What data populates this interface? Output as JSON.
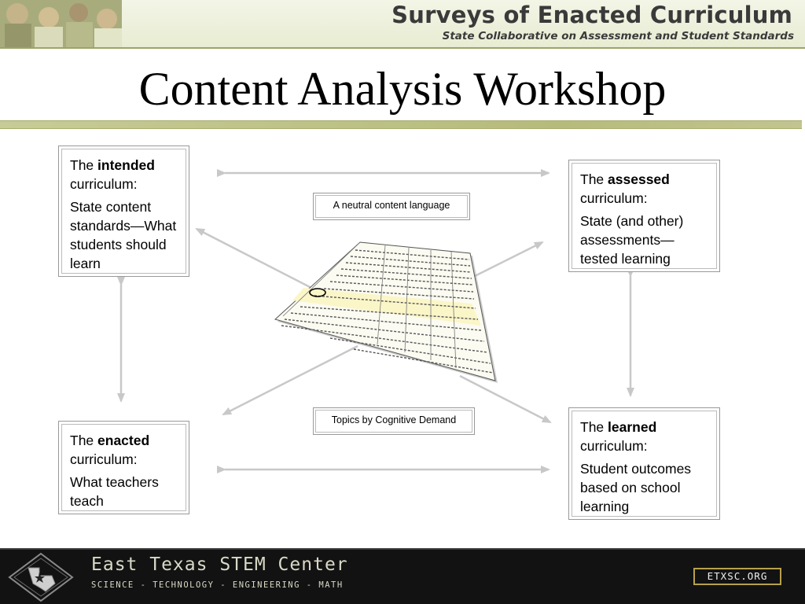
{
  "banner": {
    "title": "Surveys of Enacted Curriculum",
    "subtitle": "State Collaborative on Assessment and Student Standards"
  },
  "slide": {
    "title": "Content Analysis Workshop"
  },
  "boxes": {
    "intended": {
      "prefix": "The ",
      "keyword": "intended",
      "suffix": "curriculum:",
      "description": "State content standards—What students should learn"
    },
    "assessed": {
      "prefix": "The ",
      "keyword": "assessed",
      "suffix": "curriculum:",
      "description": "State (and other) assessments—tested learning"
    },
    "enacted": {
      "prefix": "The ",
      "keyword": "enacted",
      "suffix": "curriculum:",
      "description": "What teachers teach"
    },
    "learned": {
      "prefix": "The ",
      "keyword": "learned",
      "suffix": "curriculum:",
      "description": "Student outcomes based on school learning"
    }
  },
  "labels": {
    "top": "A neutral content language",
    "bottom": "Topics by Cognitive Demand"
  },
  "footer": {
    "name": "East Texas STEM Center",
    "tagline": "SCIENCE - TECHNOLOGY - ENGINEERING - MATH",
    "url": "ETXSC.ORG"
  },
  "colors": {
    "arrow": "#c8c8c8",
    "title_rule": "#b6bb7c",
    "footer_bg": "#121212",
    "footer_accent": "#b6a14c"
  }
}
